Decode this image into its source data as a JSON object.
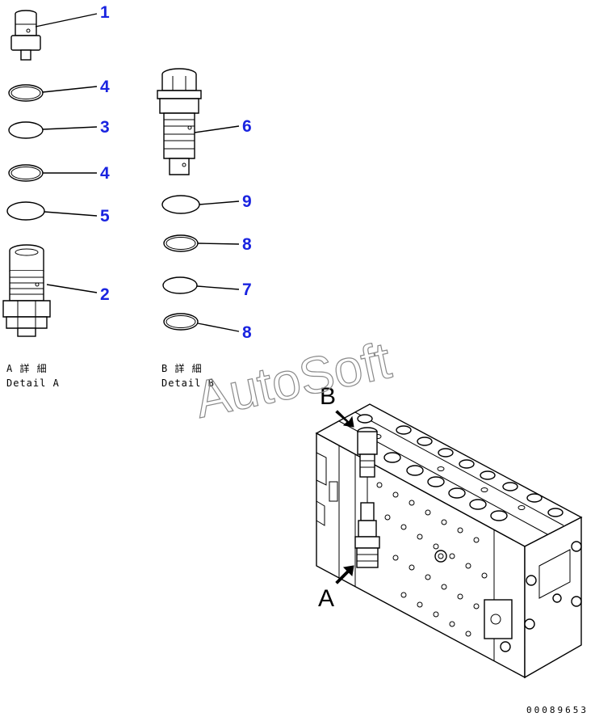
{
  "callouts": [
    "1",
    "4",
    "3",
    "4",
    "5",
    "2",
    "6",
    "9",
    "8",
    "7",
    "8"
  ],
  "detail_a": {
    "jp": "A 詳 細",
    "en": "Detail A"
  },
  "detail_b": {
    "jp": "B 詳 細",
    "en": "Detail B"
  },
  "view_labels": {
    "a": "A",
    "b": "B"
  },
  "watermark": "AutoSoft",
  "doc_number": "00089653",
  "colors": {
    "callout": "#1a24e0",
    "line": "#000000",
    "watermark": "#8a8a8a"
  }
}
